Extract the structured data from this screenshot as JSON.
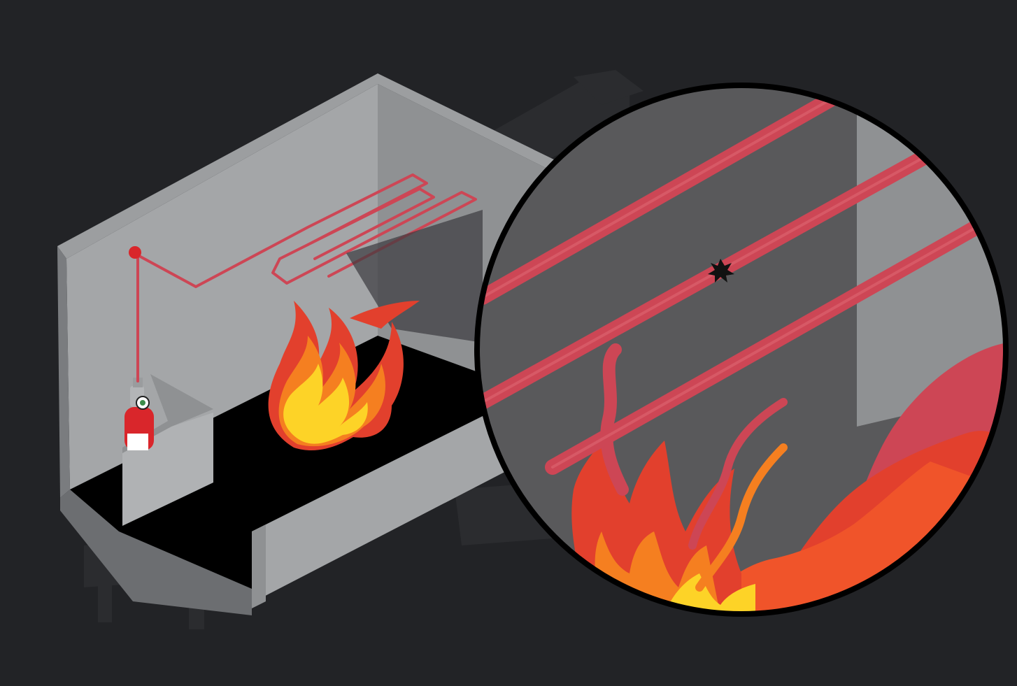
{
  "scene": {
    "colors": {
      "background": "#222326",
      "wall_light": "#a4a6a8",
      "wall_mid": "#8f9193",
      "wall_dark": "#6c6e71",
      "floor": "#000000",
      "tube": "#cd4655",
      "extinguisher": "#d9262b",
      "flame_outer": "#e2402d",
      "flame_mid": "#f57f20",
      "flame_inner": "#fdd327",
      "magnifier_border": "#000000"
    },
    "components": {
      "enclosure": "open-box-enclosure",
      "extinguisher": "fire-extinguisher-cylinder",
      "detection_tube": "fire-detection-tube",
      "fire": "fire",
      "magnifier": "magnified-tube-detail",
      "rupture": "tube-rupture-point"
    }
  }
}
